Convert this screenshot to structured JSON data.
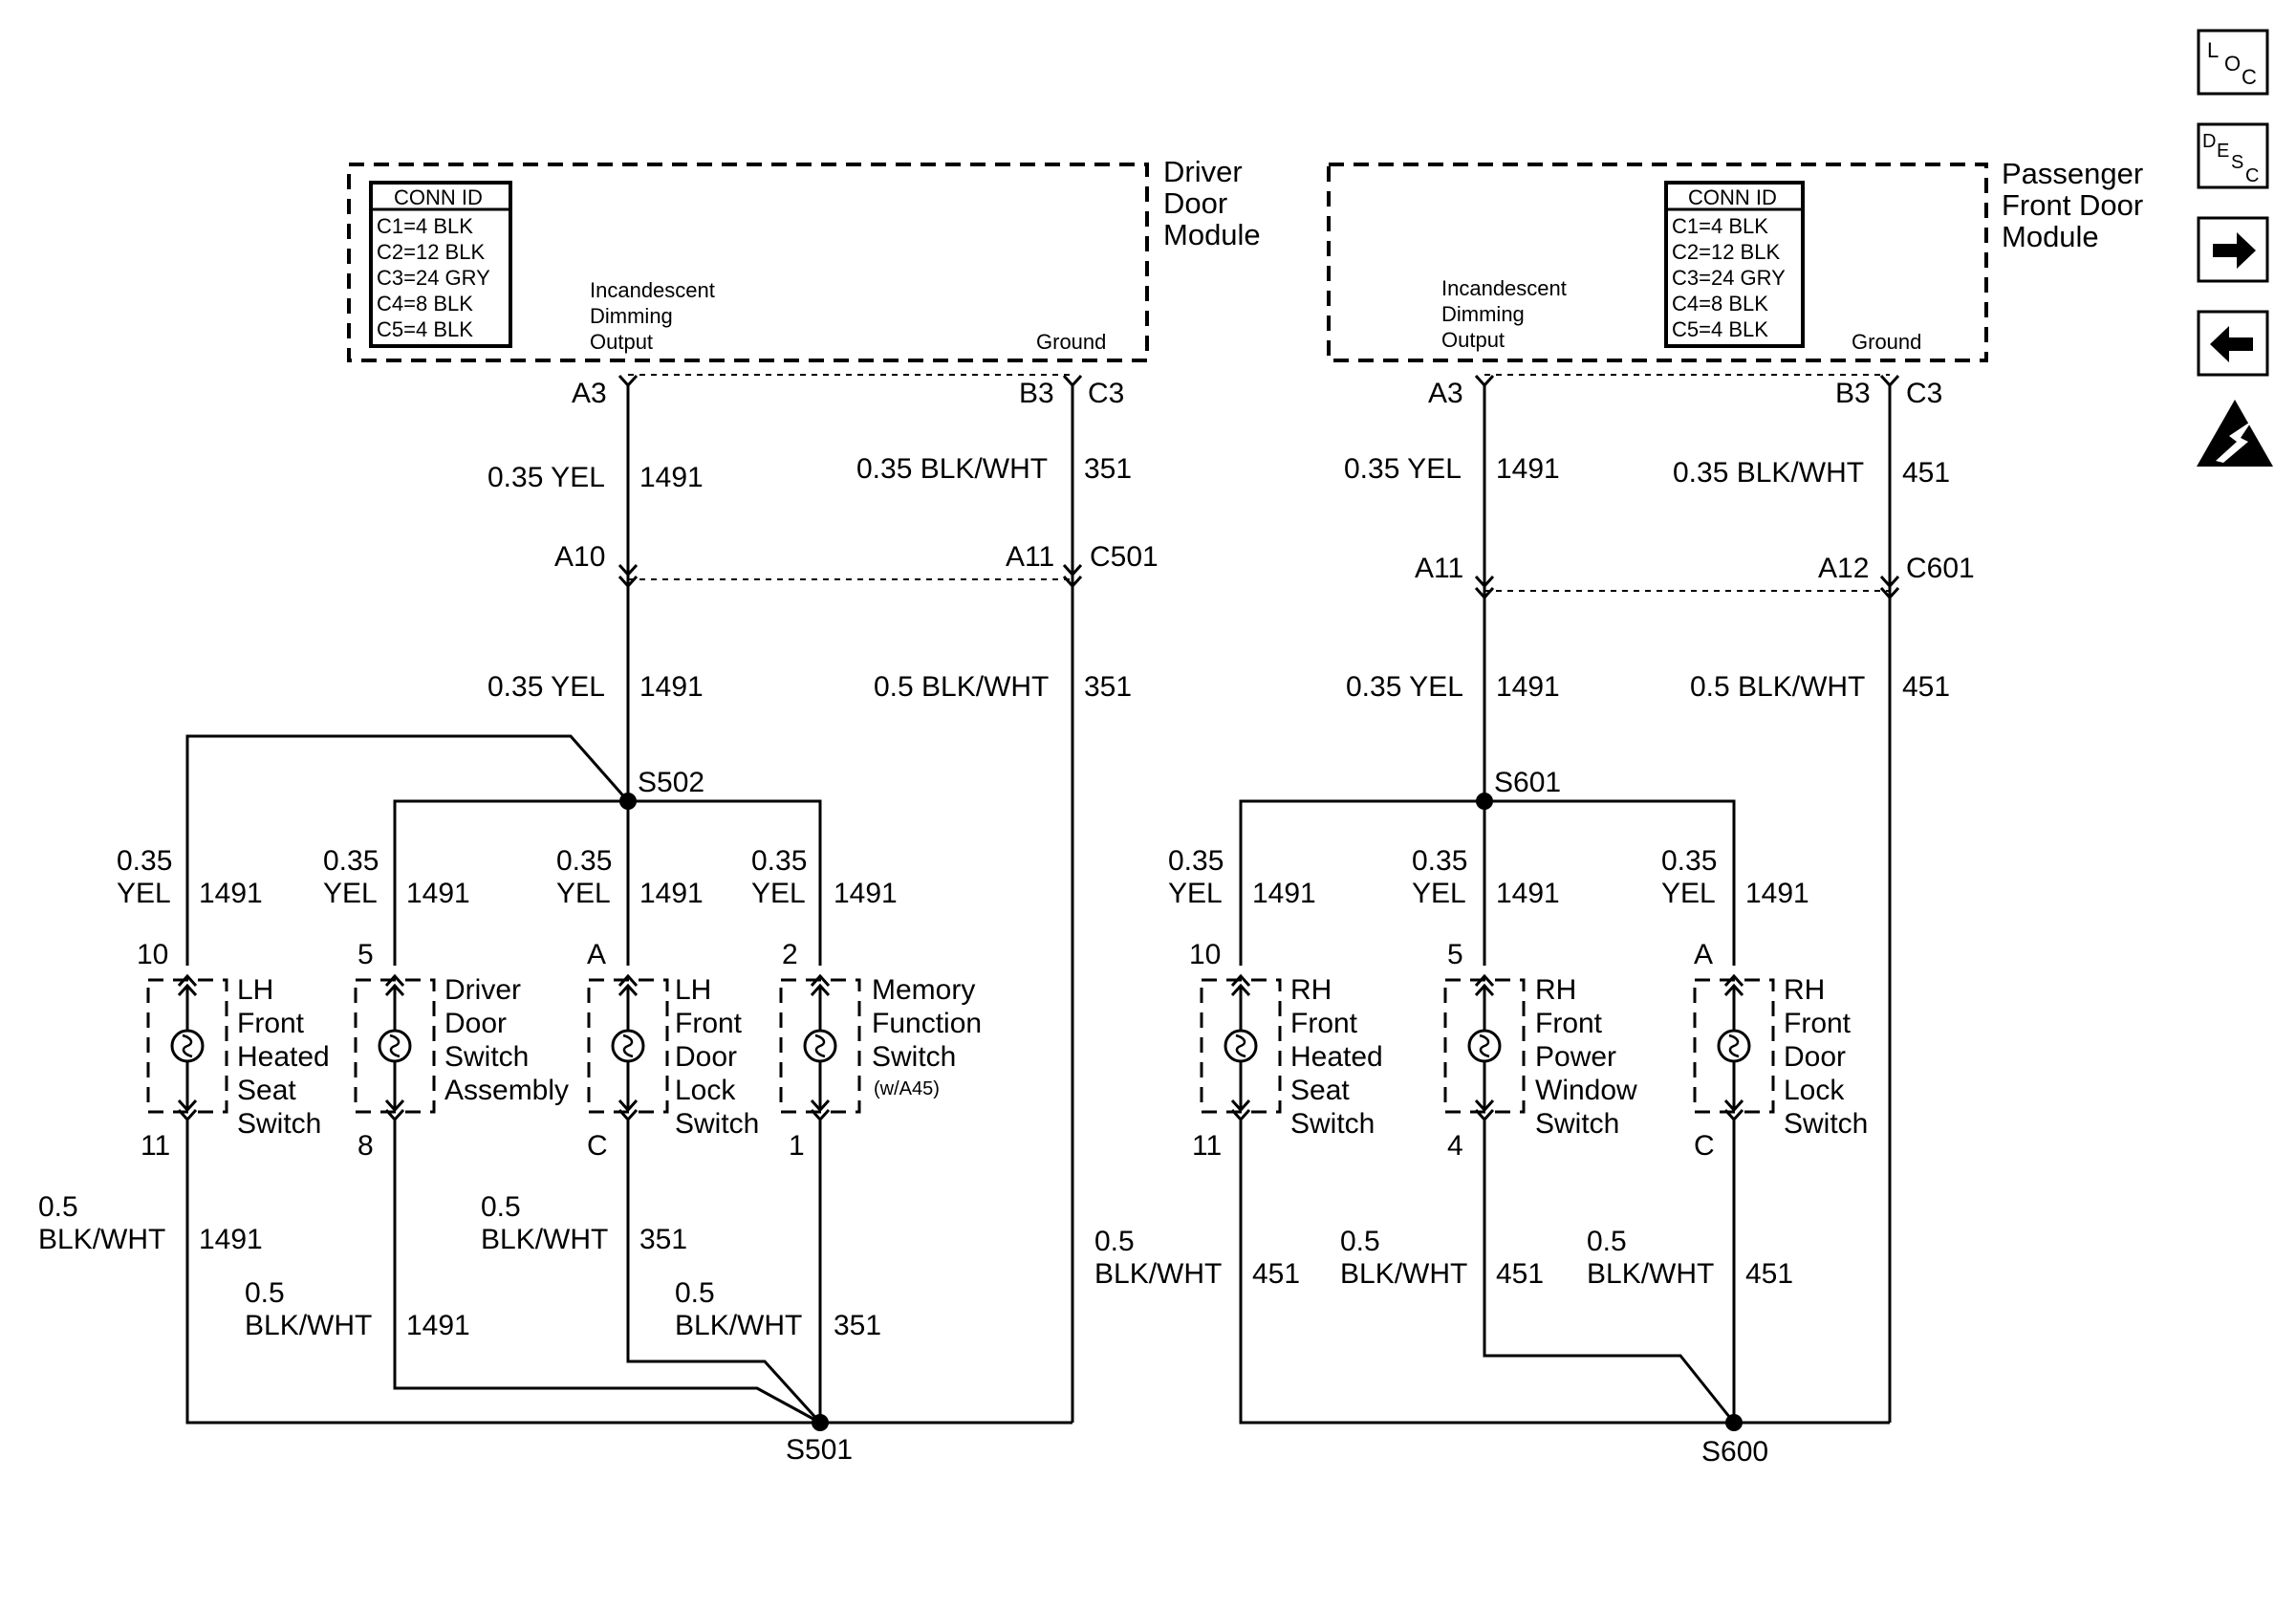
{
  "nav": {
    "loc": {
      "l": "L",
      "o": "O",
      "c": "C"
    },
    "desc": {
      "d": "D",
      "e": "E",
      "s": "S",
      "c": "C"
    },
    "forward_icon": "arrow-right-icon",
    "back_icon": "arrow-left-icon",
    "esd_icon": "esd-warning-icon"
  },
  "driver_module": {
    "name_lines": [
      "Driver",
      "Door",
      "Module"
    ],
    "conn_id_title": "CONN ID",
    "conn_ids": [
      "C1=4 BLK",
      "C2=12 BLK",
      "C3=24 GRY",
      "C4=8 BLK",
      "C5=4 BLK"
    ],
    "output_lines": [
      "Incandescent",
      "Dimming",
      "Output"
    ],
    "ground_label": "Ground",
    "pin_a3": "A3",
    "pin_b3": "B3",
    "pin_c3": "C3",
    "wire1_gauge": "0.35 YEL",
    "wire1_circuit": "1491",
    "wire2_gauge": "0.35 BLK/WHT",
    "wire2_circuit": "351",
    "inline_left_pin": "A10",
    "inline_right_pin": "A11",
    "inline_connector": "C501",
    "wire3_gauge": "0.35 YEL",
    "wire3_circuit": "1491",
    "wire4_gauge": "0.5 BLK/WHT",
    "wire4_circuit": "351",
    "splice_top": "S502",
    "splice_bottom": "S501"
  },
  "driver_branches": [
    {
      "g1": "0.35",
      "g2": "YEL",
      "circuit": "1491",
      "pin_top": "10",
      "pin_bottom": "11",
      "name_lines": [
        "LH",
        "Front",
        "Heated",
        "Seat",
        "Switch"
      ],
      "ground_g1": "0.5",
      "ground_g2": "BLK/WHT",
      "ground_circuit": "1491"
    },
    {
      "g1": "0.35",
      "g2": "YEL",
      "circuit": "1491",
      "pin_top": "5",
      "pin_bottom": "8",
      "name_lines": [
        "Driver",
        "Door",
        "Switch",
        "Assembly"
      ],
      "ground_g1": "0.5",
      "ground_g2": "BLK/WHT",
      "ground_circuit": "1491"
    },
    {
      "g1": "0.35",
      "g2": "YEL",
      "circuit": "1491",
      "pin_top": "A",
      "pin_bottom": "C",
      "name_lines": [
        "LH",
        "Front",
        "Door",
        "Lock",
        "Switch"
      ],
      "ground_g1": "0.5",
      "ground_g2": "BLK/WHT",
      "ground_circuit": "351"
    },
    {
      "g1": "0.35",
      "g2": "YEL",
      "circuit": "1491",
      "pin_top": "2",
      "pin_bottom": "1",
      "name_lines": [
        "Memory",
        "Function",
        "Switch"
      ],
      "note": "(w/A45)",
      "ground_g1": "0.5",
      "ground_g2": "BLK/WHT",
      "ground_circuit": "351"
    }
  ],
  "passenger_module": {
    "name_lines": [
      "Passenger",
      "Front Door",
      "Module"
    ],
    "conn_id_title": "CONN ID",
    "conn_ids": [
      "C1=4 BLK",
      "C2=12 BLK",
      "C3=24 GRY",
      "C4=8 BLK",
      "C5=4 BLK"
    ],
    "output_lines": [
      "Incandescent",
      "Dimming",
      "Output"
    ],
    "ground_label": "Ground",
    "pin_a3": "A3",
    "pin_b3": "B3",
    "pin_c3": "C3",
    "wire1_gauge": "0.35 YEL",
    "wire1_circuit": "1491",
    "wire2_gauge": "0.35 BLK/WHT",
    "wire2_circuit": "451",
    "inline_left_pin": "A11",
    "inline_right_pin": "A12",
    "inline_connector": "C601",
    "wire3_gauge": "0.35 YEL",
    "wire3_circuit": "1491",
    "wire4_gauge": "0.5 BLK/WHT",
    "wire4_circuit": "451",
    "splice_top": "S601",
    "splice_bottom": "S600"
  },
  "passenger_branches": [
    {
      "g1": "0.35",
      "g2": "YEL",
      "circuit": "1491",
      "pin_top": "10",
      "pin_bottom": "11",
      "name_lines": [
        "RH",
        "Front",
        "Heated",
        "Seat",
        "Switch"
      ],
      "ground_g1": "0.5",
      "ground_g2": "BLK/WHT",
      "ground_circuit": "451"
    },
    {
      "g1": "0.35",
      "g2": "YEL",
      "circuit": "1491",
      "pin_top": "5",
      "pin_bottom": "4",
      "name_lines": [
        "RH",
        "Front",
        "Power",
        "Window",
        "Switch"
      ],
      "ground_g1": "0.5",
      "ground_g2": "BLK/WHT",
      "ground_circuit": "451"
    },
    {
      "g1": "0.35",
      "g2": "YEL",
      "circuit": "1491",
      "pin_top": "A",
      "pin_bottom": "C",
      "name_lines": [
        "RH",
        "Front",
        "Door",
        "Lock",
        "Switch"
      ],
      "ground_g1": "0.5",
      "ground_g2": "BLK/WHT",
      "ground_circuit": "451"
    }
  ]
}
